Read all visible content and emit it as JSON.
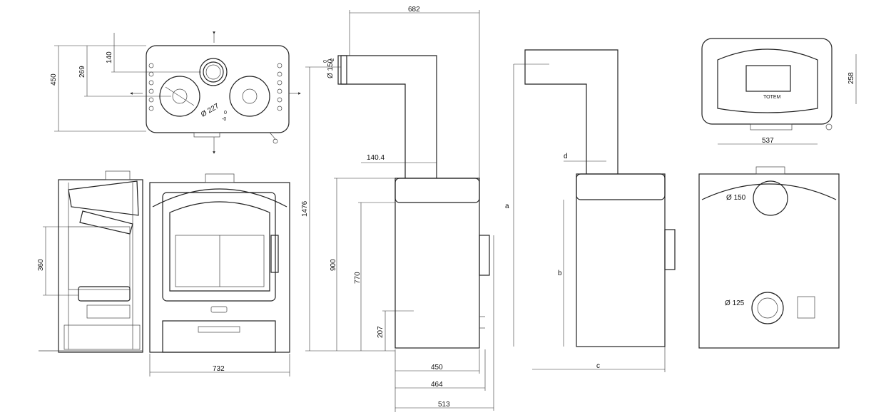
{
  "dimensions": {
    "top_view": {
      "height": "450",
      "center_offset": "269",
      "flue_offset": "140",
      "hotplate_dia": "227",
      "hotplate_tol": "-0",
      "hotplate_tol_plus": "0"
    },
    "front_view": {
      "width": "732",
      "firebox_height": "360"
    },
    "side_view_a": {
      "depth_top": "682",
      "flue_dia": "150",
      "flue_tol_minus": "-2",
      "flue_tol_plus": "0",
      "flue_offset": "140.4",
      "total_height": "1476",
      "body_height": "900",
      "door_height": "770",
      "ash_height": "207",
      "width_450": "450",
      "width_464": "464",
      "width_513": "513"
    },
    "side_view_b": {
      "d": "d",
      "a": "a",
      "b": "b",
      "c": "c"
    },
    "rear_top_view": {
      "offset": "258",
      "width": "537"
    },
    "rear_view": {
      "outlet_dia": "150",
      "inlet_dia": "125"
    }
  },
  "brand": {
    "plate_text": "TOTEM"
  },
  "colors": {
    "line": "#222222",
    "background": "#ffffff"
  }
}
